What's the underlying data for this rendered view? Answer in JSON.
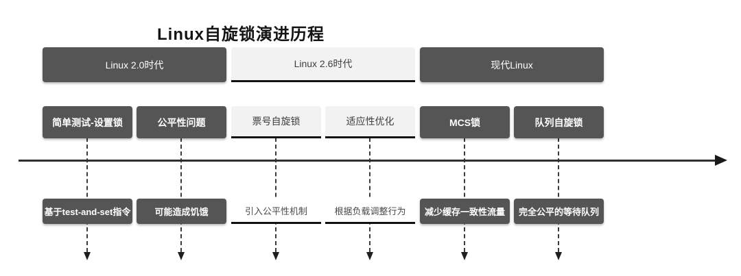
{
  "title": "Linux自旋锁演进历程",
  "eras": [
    {
      "label": "Linux 2.0时代",
      "theme": "dark"
    },
    {
      "label": "Linux 2.6时代",
      "theme": "light"
    },
    {
      "label": "现代Linux",
      "theme": "dark"
    }
  ],
  "stages": [
    {
      "label": "简单测试-设置锁",
      "detail": "基于test-and-set指令",
      "theme": "dark"
    },
    {
      "label": "公平性问题",
      "detail": "可能造成饥饿",
      "theme": "dark"
    },
    {
      "label": "票号自旋锁",
      "detail": "引入公平性机制",
      "theme": "light"
    },
    {
      "label": "适应性优化",
      "detail": "根据负载调整行为",
      "theme": "light"
    },
    {
      "label": "MCS锁",
      "detail": "减少缓存一致性流量",
      "theme": "dark"
    },
    {
      "label": "队列自旋锁",
      "detail": "完全公平的等待队列",
      "theme": "dark"
    }
  ],
  "icons": {
    "timeline_arrow": "arrow-right",
    "connector_arrow": "arrow-down"
  },
  "colors": {
    "dark_box": "#555555",
    "light_box": "#f2f2f2",
    "underline": "#111111",
    "axis": "#2e2e2e",
    "dark_box_text": "#ffffff",
    "light_box_text": "#3d3d3d",
    "title_text": "#141414",
    "background": "#ffffff"
  }
}
